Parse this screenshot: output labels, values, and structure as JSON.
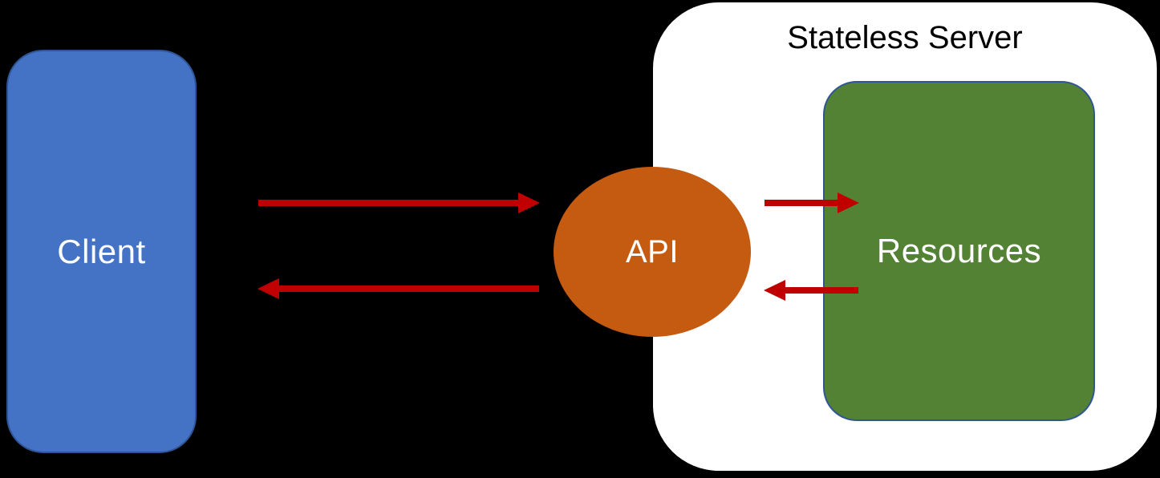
{
  "diagram": {
    "type": "architecture-flow",
    "background_color": "#000000",
    "client": {
      "label": "Client",
      "fill_color": "#4472C4",
      "border_color": "#2F5597",
      "text_color": "#FFFFFF"
    },
    "api": {
      "label": "API",
      "fill_color": "#C55A11",
      "text_color": "#FFFFFF"
    },
    "server": {
      "title": "Stateless Server",
      "fill_color": "#FFFFFF",
      "title_color": "#000000",
      "resources": {
        "label": "Resources",
        "fill_color": "#548235",
        "border_color": "#2F5597",
        "text_color": "#FFFFFF"
      }
    },
    "arrows": {
      "color": "#C00000",
      "items": [
        {
          "name": "client-to-api",
          "from": "Client",
          "to": "API",
          "direction": "right"
        },
        {
          "name": "api-to-client",
          "from": "API",
          "to": "Client",
          "direction": "left"
        },
        {
          "name": "api-to-resources",
          "from": "API",
          "to": "Resources",
          "direction": "right"
        },
        {
          "name": "resources-to-api",
          "from": "Resources",
          "to": "API",
          "direction": "left"
        }
      ]
    }
  }
}
